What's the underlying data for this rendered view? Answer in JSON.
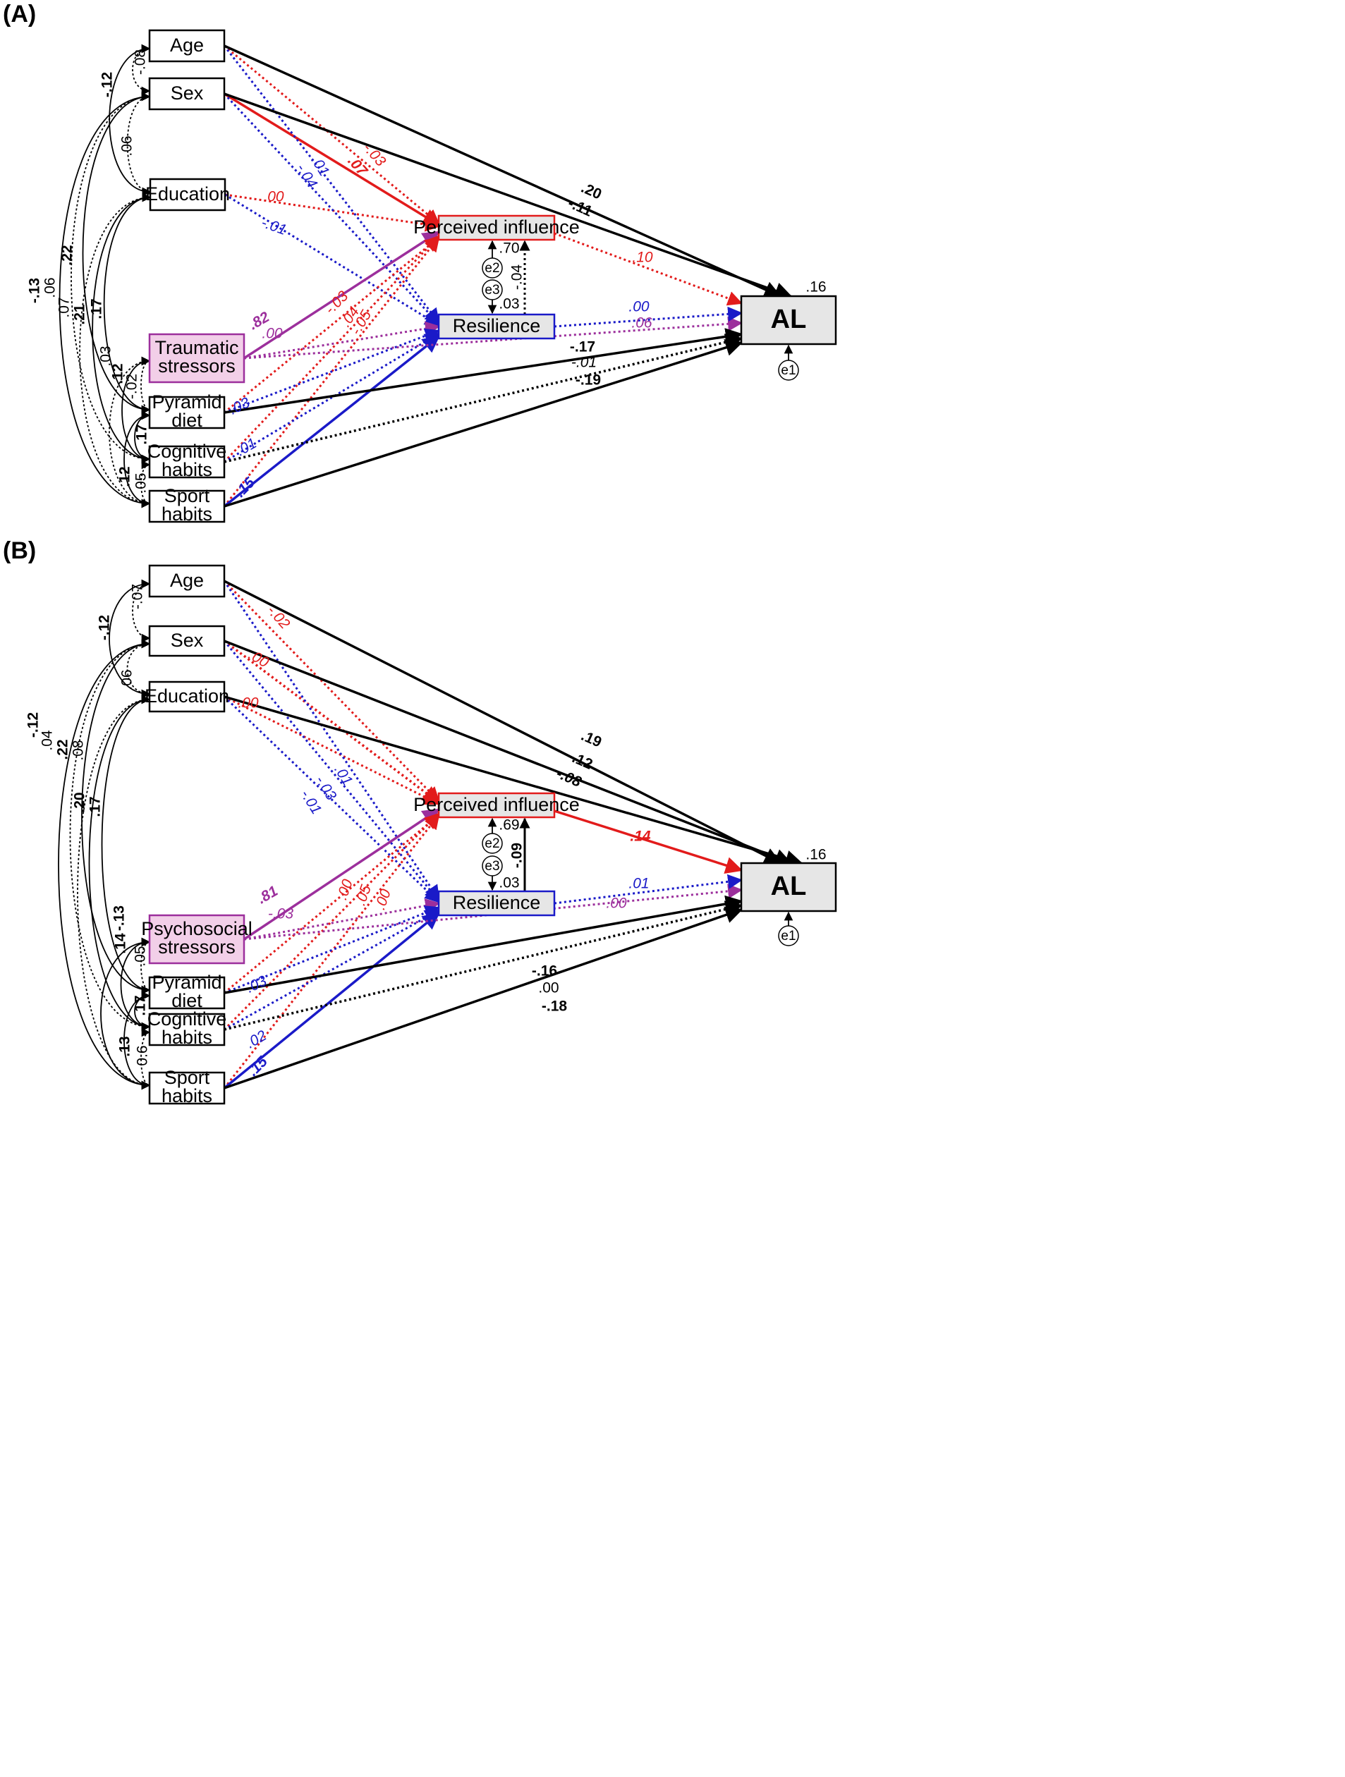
{
  "colors": {
    "black": "#000000",
    "red": "#e21b1b",
    "blue": "#1a1ac8",
    "purple": "#9c2f9c",
    "grey_fill": "#e6e6e6",
    "pink_fill": "#f2cfe8"
  },
  "panels": [
    {
      "id": "A",
      "label": "(A)",
      "nodes": {
        "age": "Age",
        "sex": "Sex",
        "education": "Education",
        "stressors": [
          "Traumatic",
          "stressors"
        ],
        "pyramid": [
          "Pyramid",
          "diet"
        ],
        "cognitive": [
          "Cognitive",
          "habits"
        ],
        "sport": [
          "Sport",
          "habits"
        ],
        "perceived": "Perceived influence",
        "resilience": "Resilience",
        "al": "AL",
        "e1": "e1",
        "e2": "e2",
        "e3": "e3"
      },
      "variance": {
        "perceived": ".70",
        "resilience": ".03",
        "al": ".16"
      },
      "paths": {
        "age_al": ".20",
        "sex_al": "-.11",
        "edu_al": "",
        "age_per": "-.03",
        "sex_per": ".07",
        "edu_per": ".00",
        "age_res": ".01",
        "sex_res": "-.04",
        "edu_res": "-.01",
        "str_per": ".82",
        "str_res": ".00",
        "str_al": ".06",
        "pyr_per": "-.03",
        "cog_per": ".04",
        "spo_per": "-.05",
        "pyr_res": ".03",
        "cog_res": ".01",
        "spo_res": ".15",
        "pyr_al": "-.17",
        "cog_al": "-.01",
        "spo_al": "-.19",
        "per_al": ".10",
        "res_al": ".00",
        "res_per": "-.04"
      },
      "cov": {
        "age_sex": "-.08",
        "age_edu": "-.12",
        "sex_edu": ".06",
        "sex_spo": "-.13",
        "sex_cog": ".06",
        "sex_pyr": ".22",
        "edu_spo": ".07",
        "edu_cog": ".21",
        "edu_pyr": ".17",
        "str_spo": ".03",
        "str_cog": ".12",
        "str_pyr": "-.02",
        "pyr_cog": ".17",
        "pyr_spo": ".12",
        "cog_spo": ".05"
      }
    },
    {
      "id": "B",
      "label": "(B)",
      "nodes": {
        "age": "Age",
        "sex": "Sex",
        "education": "Education",
        "stressors": [
          "Psychosocial",
          "stressors"
        ],
        "pyramid": [
          "Pyramid",
          "diet"
        ],
        "cognitive": [
          "Cognitive",
          "habits"
        ],
        "sport": [
          "Sport",
          "habits"
        ],
        "perceived": "Perceived influence",
        "resilience": "Resilience",
        "al": "AL",
        "e1": "e1",
        "e2": "e2",
        "e3": "e3"
      },
      "variance": {
        "perceived": ".69",
        "resilience": ".03",
        "al": ".16"
      },
      "paths": {
        "age_al": ".19",
        "sex_al": "-.12",
        "edu_al": "-.08",
        "age_per": "-.02",
        "sex_per": ".00",
        "edu_per": ".00",
        "age_res": ".01",
        "sex_res": "-.03",
        "edu_res": "-.01",
        "str_per": ".81",
        "str_res": "-.03",
        "str_al": ".00",
        "pyr_per": ".00",
        "cog_per": ".05",
        "spo_per": ".00",
        "pyr_res": ".03",
        "cog_res": ".02",
        "spo_res": ".15",
        "pyr_al": "-.16",
        "cog_al": ".00",
        "spo_al": "-.18",
        "per_al": ".14",
        "res_al": ".01",
        "res_per": "-.09"
      },
      "cov": {
        "age_sex": "-.07",
        "age_edu": "-.12",
        "sex_edu": ".06",
        "sex_spo": "-.12",
        "sex_cog": ".04",
        "sex_pyr": ".22",
        "edu_spo": ".08",
        "edu_cog": ".20",
        "edu_pyr": ".17",
        "str_spo": "-.13",
        "str_cog": ".14",
        "str_pyr": ".05",
        "pyr_cog": ".17",
        "pyr_spo": ".13",
        "cog_spo": "0.6"
      }
    }
  ]
}
